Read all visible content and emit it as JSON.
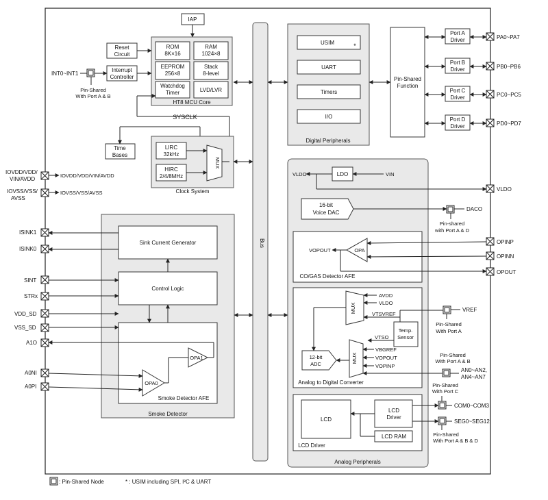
{
  "colors": {
    "group_fill": "#e9e9e9",
    "box_fill": "#ffffff",
    "line": "#222222"
  },
  "mcu": {
    "iap": "IAP",
    "reset": [
      "Reset",
      "Circuit"
    ],
    "interrupt": [
      "Interrupt",
      "Controller"
    ],
    "rom": [
      "ROM",
      "8K×16"
    ],
    "ram": [
      "RAM",
      "1024×8"
    ],
    "eeprom": [
      "EEPROM",
      "256×8"
    ],
    "stack": [
      "Stack",
      "8-level"
    ],
    "watchdog": [
      "Watchdog",
      "Timer"
    ],
    "lvd": "LVD/LVR",
    "core_caption": "HT8 MCU Core",
    "int_pin": "INT0~INT1",
    "int_note": [
      "Pin-Shared",
      "With Port A & B"
    ],
    "sysclk": "SYSCLK",
    "time_bases": [
      "Time",
      "Bases"
    ]
  },
  "clock": {
    "lirc": [
      "LIRC",
      "32kHz"
    ],
    "hirc": [
      "HIRC",
      "2/4/8MHz"
    ],
    "mux": "MUX",
    "caption": "Clock System"
  },
  "power": {
    "vdd_pin": [
      "IOVDD/VDD/",
      "VIN/AVDD"
    ],
    "vdd_out": "IOVDD/VDD/VIN/AVDD",
    "vss_pin": [
      "IOVSS/VSS/",
      "AVSS"
    ],
    "vss_out": "IOVSS/VSS/AVSS"
  },
  "smoke": {
    "sink": "Sink Current Generator",
    "control": "Control Logic",
    "opa1": "OPA1",
    "opa0": "OPA0",
    "afe_caption": "Smoke Detector AFE",
    "caption": "Smoke Detector",
    "pins": [
      "ISINK1",
      "ISINK0",
      "SINT",
      "STRx",
      "VDD_SD",
      "VSS_SD",
      "A1O",
      "A0NI",
      "A0PI"
    ]
  },
  "bus": "Bus",
  "digital": {
    "usim": "USIM",
    "usim_star": "*",
    "uart": "UART",
    "timers": "Timers",
    "io": "I/O",
    "caption": "Digital Peripherals"
  },
  "ports": {
    "function": [
      "Pin-Shared",
      "Function"
    ],
    "drivers": [
      {
        "label": [
          "Port A",
          "Driver"
        ],
        "pin": "PA0~PA7"
      },
      {
        "label": [
          "Port B",
          "Driver"
        ],
        "pin": "PB0~PB6"
      },
      {
        "label": [
          "Port C",
          "Driver"
        ],
        "pin": "PC0~PC5"
      },
      {
        "label": [
          "Port D",
          "Driver"
        ],
        "pin": "PD0~PD7"
      }
    ]
  },
  "analog": {
    "ldo": "LDO",
    "vldo": "VLDO",
    "vin": "VIN",
    "vldo_pin": "VLDO",
    "dac": [
      "16-bit",
      "Voice DAC"
    ],
    "daco": "DACO",
    "daco_note": [
      "Pin-shared",
      "with Port A & D"
    ],
    "opa": "OPA",
    "vopout": "VOPOUT",
    "opinp": "OPINP",
    "opinn": "OPINN",
    "opout": "OPOUT",
    "cogas_caption": "CO/GAS Detector AFE",
    "mux": "MUX",
    "avdd": "AVDD",
    "vldo2": "VLDO",
    "vtsvref": "VTSVREF",
    "temp": [
      "Temp.",
      "Sensor"
    ],
    "vref": "VREF",
    "vref_note": [
      "Pin-Shared",
      "With Port A"
    ],
    "vtso": "VTSO",
    "vbgref": "VBGREF",
    "vopout2": "VOPOUT",
    "vopinp": "VOPINP",
    "adc": [
      "12-bit",
      "ADC"
    ],
    "an_note": [
      "Pin-Shared",
      "With Port A & B"
    ],
    "an_pins": [
      "AN0~AN2,",
      "AN4~AN7"
    ],
    "adc_caption": "Analog to Digital Converter",
    "lcd": "LCD",
    "lcd_driver": [
      "LCD",
      "Driver"
    ],
    "lcd_ram": "LCD RAM",
    "lcd_caption": "LCD Driver",
    "com_note": [
      "Pin-Shared",
      "With Port C"
    ],
    "com": "COM0~COM3",
    "seg": "SEG0~SEG12",
    "seg_note": [
      "Pin-Shared",
      "With Port A & B & D"
    ],
    "caption": "Analog Peripherals"
  },
  "legend": {
    "pin_shared": ": Pin-Shared Node",
    "usim_note": "* : USIM including SPI, I²C & UART"
  }
}
